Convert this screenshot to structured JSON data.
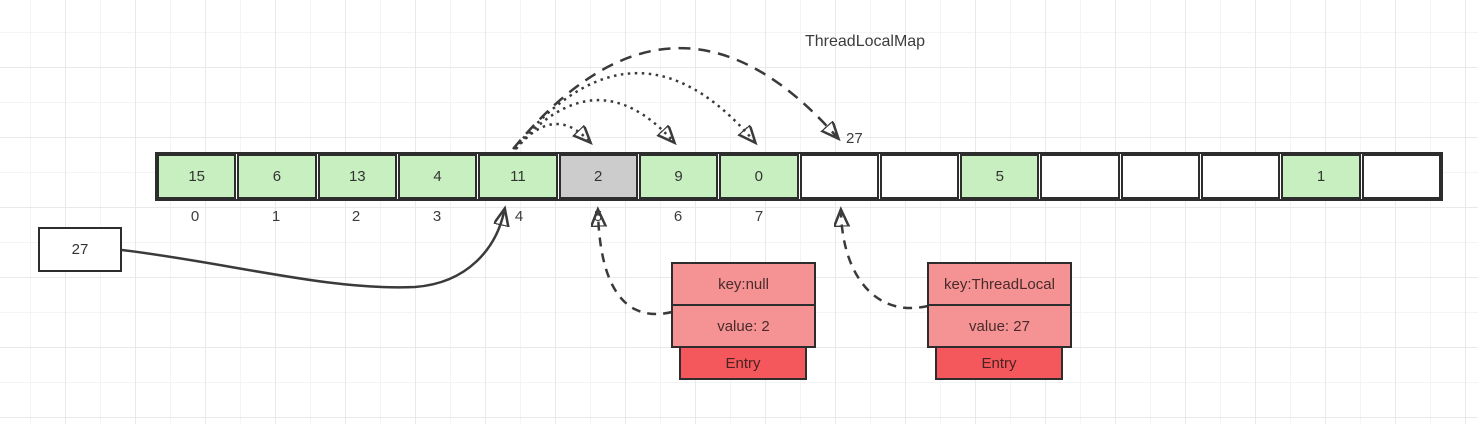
{
  "title": "ThreadLocalMap",
  "probe_label": "27",
  "value_box": {
    "label": "27"
  },
  "array": {
    "cells": [
      {
        "value": "15",
        "type": "green"
      },
      {
        "value": "6",
        "type": "green"
      },
      {
        "value": "13",
        "type": "green"
      },
      {
        "value": "4",
        "type": "green"
      },
      {
        "value": "11",
        "type": "green"
      },
      {
        "value": "2",
        "type": "gray"
      },
      {
        "value": "9",
        "type": "green"
      },
      {
        "value": "0",
        "type": "green"
      },
      {
        "value": "",
        "type": "empty"
      },
      {
        "value": "",
        "type": "empty"
      },
      {
        "value": "5",
        "type": "green"
      },
      {
        "value": "",
        "type": "empty"
      },
      {
        "value": "",
        "type": "empty"
      },
      {
        "value": "",
        "type": "empty"
      },
      {
        "value": "1",
        "type": "green"
      },
      {
        "value": "",
        "type": "empty"
      }
    ],
    "indices": [
      "0",
      "1",
      "2",
      "3",
      "4",
      "5",
      "6",
      "7"
    ]
  },
  "entries": [
    {
      "key": "key:null",
      "value": "value: 2",
      "label": "Entry"
    },
    {
      "key": "key:ThreadLocal",
      "value": "value: 27",
      "label": "Entry"
    }
  ],
  "colors": {
    "cell_green": "#c8efbf",
    "cell_gray": "#cccccc",
    "cell_empty": "#ffffff",
    "border": "#2d2d2d",
    "entry_box": "#f59394",
    "entry_tag": "#f5585c",
    "arrow": "#3a3a3a"
  }
}
